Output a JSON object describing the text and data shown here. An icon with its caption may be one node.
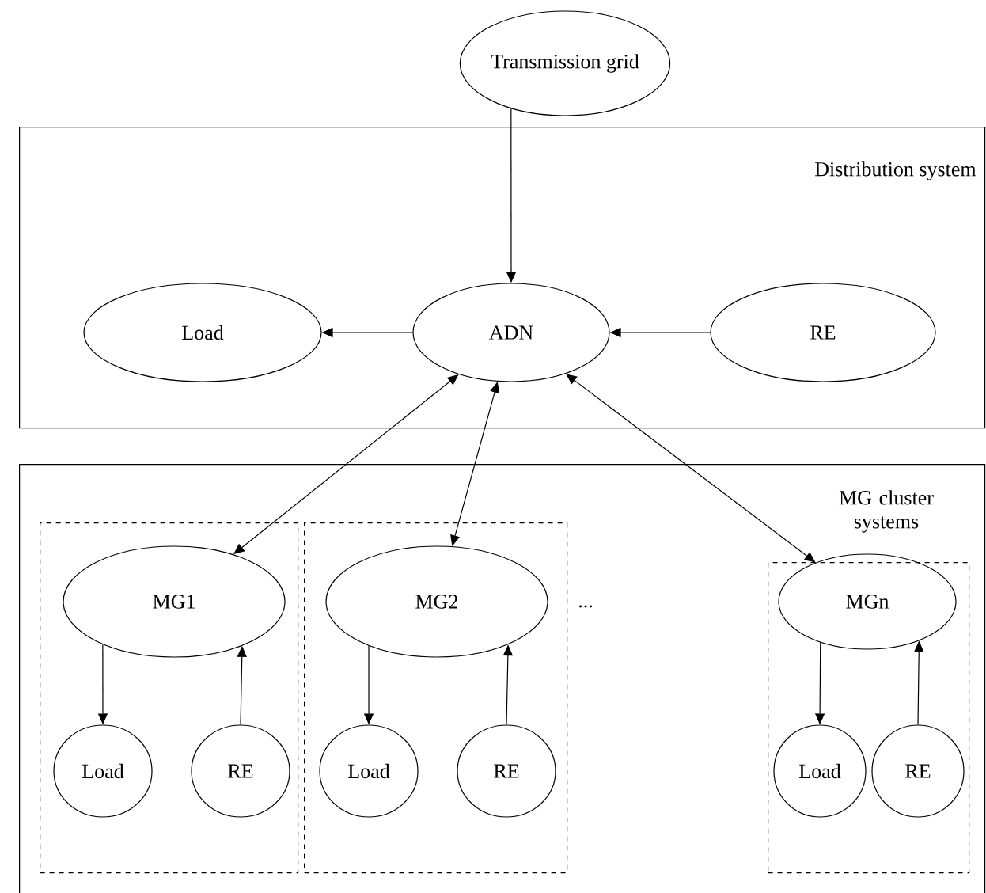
{
  "diagram": {
    "nodes": [
      {
        "text": [
          "Transmission grid"
        ]
      },
      {
        "text": [
          "Distribution system"
        ]
      },
      {
        "text": [
          "Load"
        ],
        "in": 1
      },
      {
        "text": [
          "ADN"
        ],
        "in": 1
      },
      {
        "text": [
          "RE"
        ],
        "in": 1
      },
      {
        "text": [
          "MG cluster systems"
        ]
      },
      {
        "text": [],
        "shape": "box",
        "in": 5
      },
      {
        "text": [
          "MG1"
        ],
        "in": 6
      },
      {
        "text": [
          "Load"
        ],
        "in": 6
      },
      {
        "text": [
          "RE"
        ],
        "in": 6
      },
      {
        "text": [],
        "shape": "box",
        "in": 5
      },
      {
        "text": [
          "MG2"
        ],
        "in": 10
      },
      {
        "text": [
          "Load"
        ],
        "in": 10
      },
      {
        "text": [
          "RE"
        ],
        "in": 10
      },
      {
        "text": [],
        "shape": "box",
        "in": 5
      },
      {
        "text": [
          "MGn"
        ],
        "in": 14
      },
      {
        "text": [
          "Load"
        ],
        "in": 14
      },
      {
        "text": [
          "RE"
        ],
        "in": 14
      }
    ],
    "edges": [
      {
        "from": 0,
        "to": 3,
        "arrow": "to"
      },
      {
        "from": 3,
        "to": 2,
        "arrow": "to"
      },
      {
        "from": 4,
        "to": 3,
        "arrow": "to"
      },
      {
        "from": 3,
        "to": 7,
        "arrow": "both"
      },
      {
        "from": 3,
        "to": 11,
        "arrow": "both"
      },
      {
        "from": 3,
        "to": 15,
        "arrow": "both"
      },
      {
        "from": 7,
        "to": 8,
        "arrow": "to"
      },
      {
        "from": 9,
        "to": 7,
        "arrow": "to"
      },
      {
        "from": 11,
        "to": 12,
        "arrow": "to"
      },
      {
        "from": 13,
        "to": 11,
        "arrow": "to"
      },
      {
        "from": 15,
        "to": 16,
        "arrow": "to"
      },
      {
        "from": 17,
        "to": 15,
        "arrow": "to"
      }
    ],
    "labels": [
      "..."
    ]
  }
}
